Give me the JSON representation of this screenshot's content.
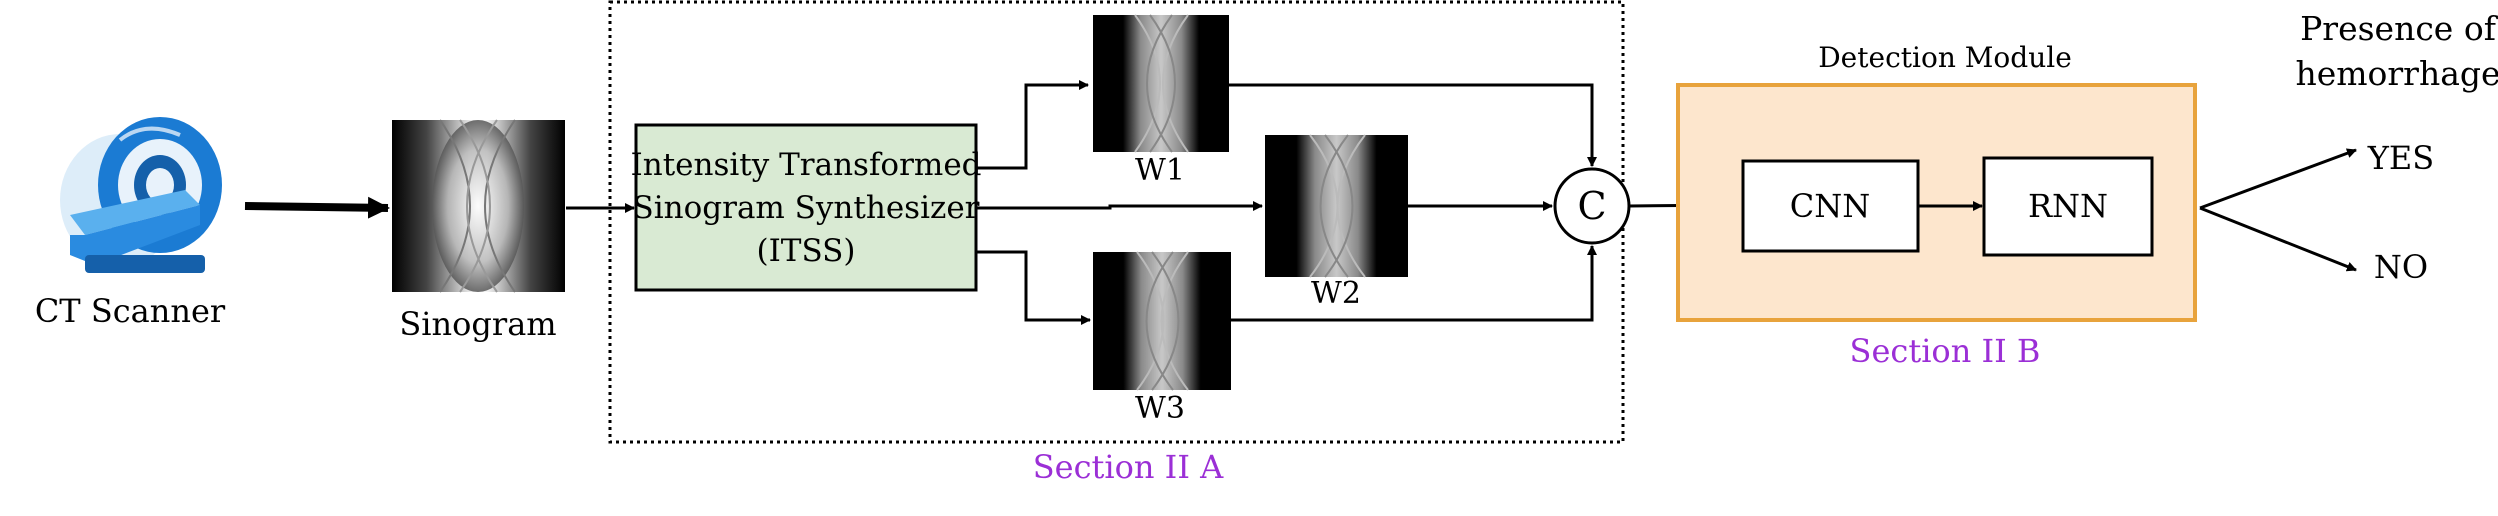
{
  "nodes": {
    "ct_scanner": "CT Scanner",
    "sinogram": "Sinogram",
    "itss_line1": "Intensity Transformed",
    "itss_line2": "Sinogram Synthesizer",
    "itss_line3": "(ITSS)",
    "w1": "W1",
    "w2": "W2",
    "w3": "W3",
    "concat": "C",
    "detection_title": "Detection Module",
    "cnn": "CNN",
    "rnn": "RNN",
    "presence_line1": "Presence of",
    "presence_line2": "hemorrhage",
    "yes": "YES",
    "no": "NO"
  },
  "sections": {
    "section_a": "Section II A",
    "section_b": "Section II B"
  },
  "colors": {
    "itss_fill": "#d9ead3",
    "detection_fill": "#fde6cd",
    "detection_border": "#e8a33c",
    "section_label": "#9b2fd6",
    "scanner_blue": "#1b7bd3"
  },
  "icons": {
    "scanner": "ct-scanner-icon"
  }
}
